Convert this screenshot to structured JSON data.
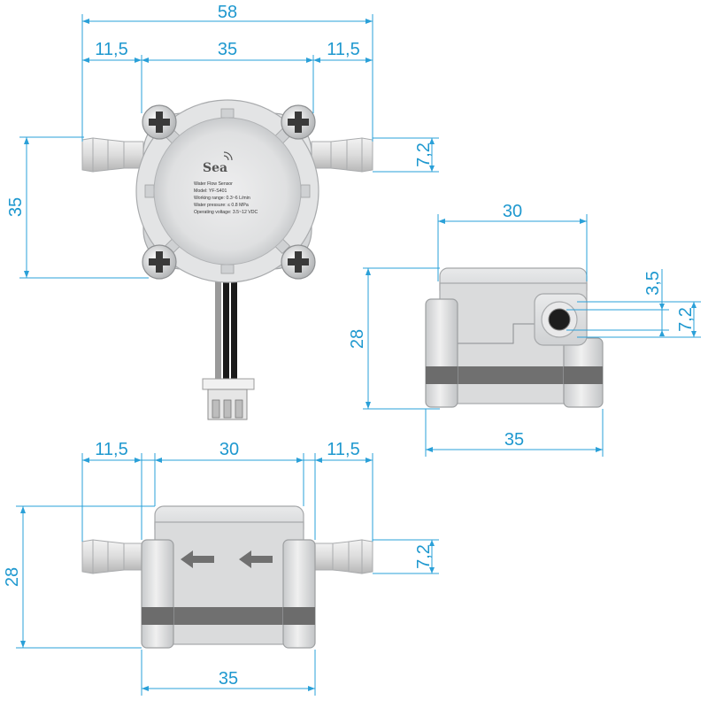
{
  "colors": {
    "dimension": "#2aa0d8",
    "body": "#dedfe0",
    "body_shadow": "#bfc1c3",
    "band": "#707070",
    "cable_black": "#1a1a1a",
    "cable_grey": "#9a9a9a",
    "screw": "#3a3a3a"
  },
  "front_view": {
    "dim_overall_width": "58",
    "dim_left_barb": "11,5",
    "dim_body": "35",
    "dim_right_barb": "11,5",
    "dim_height": "35",
    "dim_port": "7,2",
    "label": {
      "logo": "Sea",
      "title": "Water Flow Sensor",
      "model": "Model: YF-S401",
      "range": "Working range: 0.3~6 L/min",
      "pressure": "Water pressure: ≤ 0.8 MPa",
      "voltage": "Operating voltage: 3.5~12 VDC"
    }
  },
  "side_view": {
    "dim_width_top": "30",
    "dim_width_bottom": "35",
    "dim_height": "28",
    "dim_inner_hole": "3,5",
    "dim_port": "7,2"
  },
  "bottom_view": {
    "dim_left_barb": "11,5",
    "dim_body": "30",
    "dim_right_barb": "11,5",
    "dim_height": "28",
    "dim_port": "7,2",
    "dim_base": "35"
  }
}
